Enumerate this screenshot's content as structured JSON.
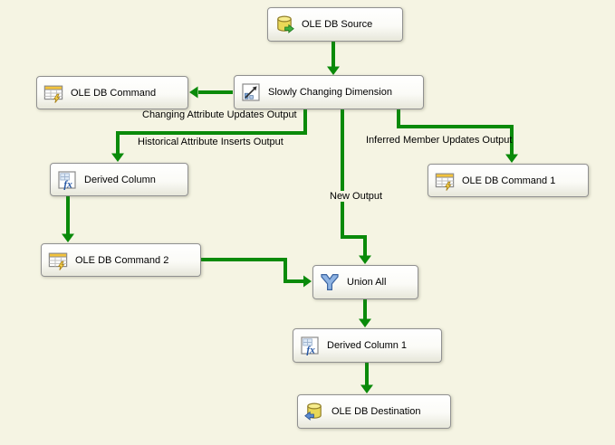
{
  "colors": {
    "canvas_background": "#f5f4e3",
    "connector_green": "#0a8a0a",
    "node_border": "#909090",
    "accent_blue": "#2456a4",
    "database_yellow": "#e9d857"
  },
  "icons": {
    "fx_glyph": "fx"
  },
  "diagram": {
    "nodes": [
      {
        "label": "OLE DB Source",
        "icon": "database-source-icon"
      },
      {
        "label": "Slowly Changing Dimension",
        "icon": "slowly-changing-dimension-icon"
      },
      {
        "label": "OLE DB Command",
        "icon": "oledb-command-icon"
      },
      {
        "label": "Derived Column",
        "icon": "derived-column-icon"
      },
      {
        "label": "OLE DB Command 1",
        "icon": "oledb-command-icon"
      },
      {
        "label": "OLE DB Command 2",
        "icon": "oledb-command-icon"
      },
      {
        "label": "Union All",
        "icon": "union-all-icon"
      },
      {
        "label": "Derived Column 1",
        "icon": "derived-column-icon"
      },
      {
        "label": "OLE DB Destination",
        "icon": "database-destination-icon"
      }
    ],
    "edges": [
      {
        "from": "OLE DB Source",
        "to": "Slowly Changing Dimension",
        "label": ""
      },
      {
        "from": "Slowly Changing Dimension",
        "to": "OLE DB Command",
        "label": "Changing Attribute Updates Output"
      },
      {
        "from": "Slowly Changing Dimension",
        "to": "Derived Column",
        "label": "Historical Attribute Inserts Output"
      },
      {
        "from": "Slowly Changing Dimension",
        "to": "OLE DB Command 1",
        "label": "Inferred Member Updates Output"
      },
      {
        "from": "Slowly Changing Dimension",
        "to": "Union All",
        "label": "New Output"
      },
      {
        "from": "Derived Column",
        "to": "OLE DB Command 2",
        "label": ""
      },
      {
        "from": "OLE DB Command 2",
        "to": "Union All",
        "label": ""
      },
      {
        "from": "Union All",
        "to": "Derived Column 1",
        "label": ""
      },
      {
        "from": "Derived Column 1",
        "to": "OLE DB Destination",
        "label": ""
      }
    ]
  }
}
